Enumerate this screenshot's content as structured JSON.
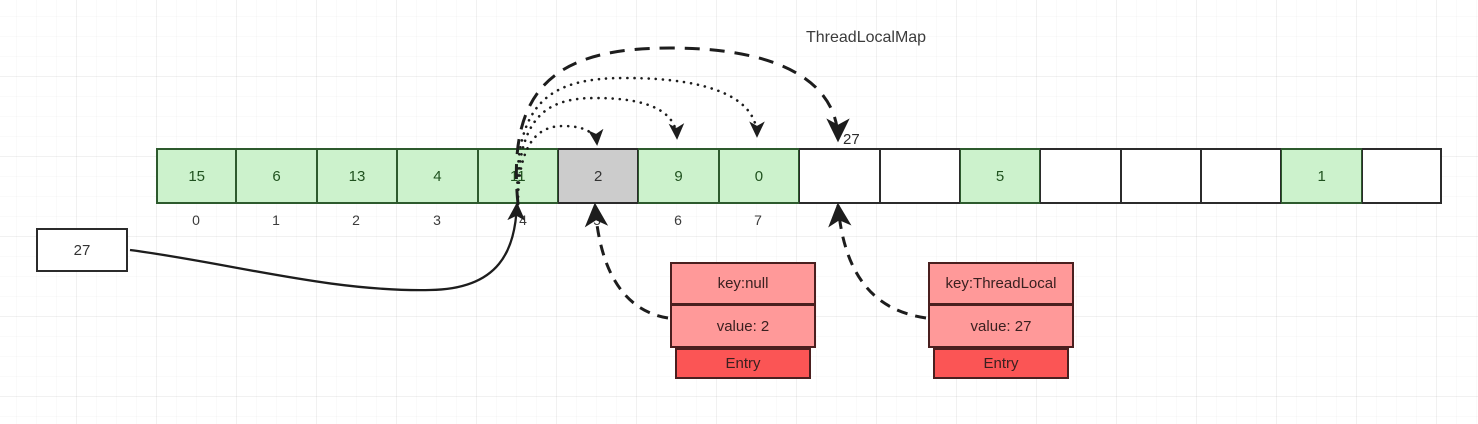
{
  "title": "ThreadLocalMap",
  "colors": {
    "green_cell": "#ccf2cc",
    "gray_cell": "#cccccc",
    "empty_cell": "#ffffff",
    "entry_row": "#ff9999",
    "entry_footer": "#fb5555",
    "stroke": "#2b2b2b"
  },
  "array": {
    "name": "hash-table-array",
    "cells": [
      {
        "value": "15",
        "state": "green",
        "index": "0"
      },
      {
        "value": "6",
        "state": "green",
        "index": "1"
      },
      {
        "value": "13",
        "state": "green",
        "index": "2"
      },
      {
        "value": "4",
        "state": "green",
        "index": "3"
      },
      {
        "value": "11",
        "state": "green",
        "index": "4"
      },
      {
        "value": "2",
        "state": "gray",
        "index": "5"
      },
      {
        "value": "9",
        "state": "green",
        "index": "6"
      },
      {
        "value": "0",
        "state": "green",
        "index": "7"
      },
      {
        "value": "",
        "state": "empty",
        "index": ""
      },
      {
        "value": "",
        "state": "empty",
        "index": ""
      },
      {
        "value": "5",
        "state": "green",
        "index": ""
      },
      {
        "value": "",
        "state": "empty",
        "index": ""
      },
      {
        "value": "",
        "state": "empty",
        "index": ""
      },
      {
        "value": "",
        "state": "empty",
        "index": ""
      },
      {
        "value": "1",
        "state": "green",
        "index": ""
      },
      {
        "value": "",
        "state": "empty",
        "index": ""
      }
    ],
    "index_labels": [
      "0",
      "1",
      "2",
      "3",
      "4",
      "5",
      "6",
      "7"
    ]
  },
  "source_box": {
    "value": "27"
  },
  "probe_label": "27",
  "entries": [
    {
      "id": "entry-stale",
      "key": "key:null",
      "value": "value: 2",
      "footer": "Entry"
    },
    {
      "id": "entry-threadlocal",
      "key": "key:ThreadLocal",
      "value": "value: 27",
      "footer": "Entry"
    }
  ]
}
